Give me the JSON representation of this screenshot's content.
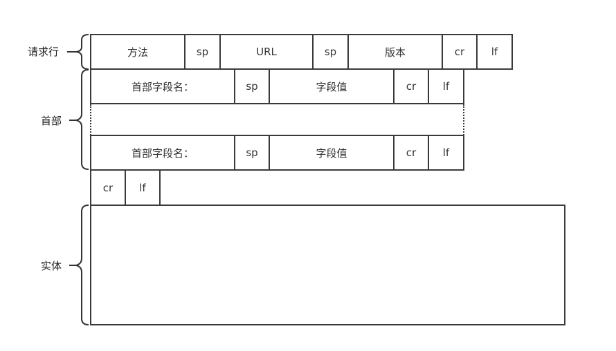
{
  "labels": {
    "request_line": "请求行",
    "headers": "首部",
    "body": "实体"
  },
  "request_line": [
    "方法",
    "sp",
    "URL",
    "sp",
    "版本",
    "cr",
    "lf"
  ],
  "header_row_1": [
    "首部字段名：",
    "sp",
    "字段值",
    "cr",
    "lf"
  ],
  "header_row_2": [
    "首部字段名：",
    "sp",
    "字段值",
    "cr",
    "lf"
  ],
  "blank_line": [
    "cr",
    "lf"
  ]
}
